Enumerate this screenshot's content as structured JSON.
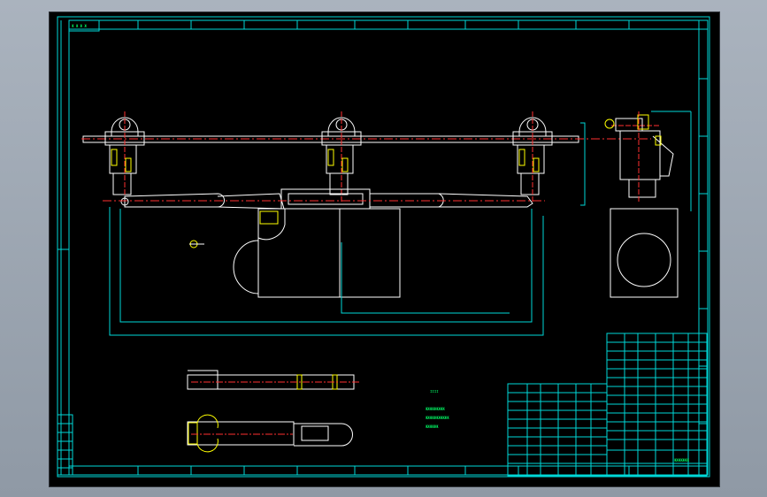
{
  "colors": {
    "background": "#000000",
    "frame": "#00d8d8",
    "outline": "#ffffff",
    "highlight": "#ffff00",
    "centerline": "#ff3030",
    "text": "#00ff66"
  },
  "labels": {
    "note_title": "ΙΙΙΙ",
    "note_line1": "ЖЖЖЖЖЖЖЖЖ",
    "note_line2": "ЖЖЖЖЖЖЖЖЖЖЖ",
    "note_line3": "ЖЖЖЖЖЖ",
    "title_box": "ЖЖЖЖЖЖЖ",
    "top_left_tag": "Ж Ж Ж Ж"
  }
}
